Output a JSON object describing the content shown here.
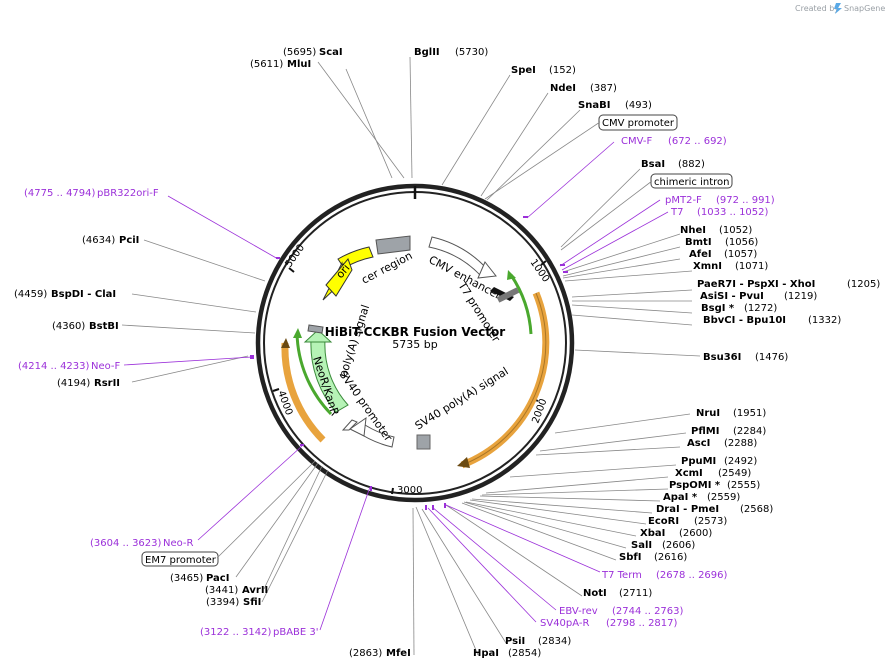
{
  "credit": {
    "text": "Created by",
    "brand": "SnapGene"
  },
  "plasmid": {
    "name": "HiBiT-CCKBR Fusion Vector",
    "length": "5735 bp"
  },
  "ticks": [
    "1000",
    "2000",
    "3000",
    "4000",
    "5000"
  ],
  "sites": [
    {
      "id": "scai",
      "name": "ScaI",
      "pos": "(5695)"
    },
    {
      "id": "mlui",
      "name": "MluI",
      "pos": "(5611)"
    },
    {
      "id": "bglii",
      "name": "BglII",
      "pos": "(5730)"
    },
    {
      "id": "spei",
      "name": "SpeI",
      "pos": "(152)"
    },
    {
      "id": "ndei",
      "name": "NdeI",
      "pos": "(387)"
    },
    {
      "id": "snabi",
      "name": "SnaBI",
      "pos": "(493)"
    },
    {
      "id": "bsai",
      "name": "BsaI",
      "pos": "(882)"
    },
    {
      "id": "nhei",
      "name": "NheI",
      "pos": "(1052)"
    },
    {
      "id": "bmti",
      "name": "BmtI",
      "pos": "(1056)"
    },
    {
      "id": "afei",
      "name": "AfeI",
      "pos": "(1057)"
    },
    {
      "id": "xmni",
      "name": "XmnI",
      "pos": "(1071)"
    },
    {
      "id": "paer7i",
      "name": "PaeR7I   - PspXI   - XhoI",
      "pos": "(1205)"
    },
    {
      "id": "asisi",
      "name": "AsiSI   - PvuI",
      "pos": "(1219)"
    },
    {
      "id": "bsgi",
      "name": "BsgI *",
      "pos": "(1272)"
    },
    {
      "id": "bbvci",
      "name": "BbvCI   - Bpu10I",
      "pos": "(1332)"
    },
    {
      "id": "bsu36i",
      "name": "Bsu36I",
      "pos": "(1476)"
    },
    {
      "id": "drui",
      "name": "NruI",
      "pos": "(1951)"
    },
    {
      "id": "pflmi",
      "name": "PflMI",
      "pos": "(2284)"
    },
    {
      "id": "asci",
      "name": "AscI",
      "pos": "(2288)"
    },
    {
      "id": "ppumi",
      "name": "PpuMI",
      "pos": "(2492)"
    },
    {
      "id": "xcmi",
      "name": "XcmI",
      "pos": "(2549)"
    },
    {
      "id": "pspomi",
      "name": "PspOMI *",
      "pos": "(2555)"
    },
    {
      "id": "apai",
      "name": "ApaI *",
      "pos": "(2559)"
    },
    {
      "id": "drai",
      "name": "DraI   - PmeI",
      "pos": "(2568)"
    },
    {
      "id": "ecori",
      "name": "EcoRI",
      "pos": "(2573)"
    },
    {
      "id": "xbai",
      "name": "XbaI",
      "pos": "(2600)"
    },
    {
      "id": "sali",
      "name": "SalI",
      "pos": "(2606)"
    },
    {
      "id": "sbfi",
      "name": "SbfI",
      "pos": "(2616)"
    },
    {
      "id": "noti",
      "name": "NotI",
      "pos": "(2711)"
    },
    {
      "id": "psii",
      "name": "PsiI",
      "pos": "(2834)"
    },
    {
      "id": "hpai",
      "name": "HpaI",
      "pos": "(2854)"
    },
    {
      "id": "mfei",
      "name": "MfeI",
      "pos": "(2863)"
    },
    {
      "id": "sfii",
      "name": "SfiI",
      "pos": "(3394)"
    },
    {
      "id": "avrii",
      "name": "AvrII",
      "pos": "(3441)"
    },
    {
      "id": "paci",
      "name": "PacI",
      "pos": "(3465)"
    },
    {
      "id": "rsrii",
      "name": "RsrII",
      "pos": "(4194)"
    },
    {
      "id": "bstbi",
      "name": "BstBI",
      "pos": "(4360)"
    },
    {
      "id": "bspdi",
      "name": "BspDI   - ClaI",
      "pos": "(4459)"
    },
    {
      "id": "pcii",
      "name": "PciI",
      "pos": "(4634)"
    }
  ],
  "primers": [
    {
      "id": "cmvf",
      "name": "CMV-F",
      "range": "(672 .. 692)"
    },
    {
      "id": "pmt2f",
      "name": "pMT2-F",
      "range": "(972 .. 991)"
    },
    {
      "id": "t7",
      "name": "T7",
      "range": "(1033 .. 1052)"
    },
    {
      "id": "t7term",
      "name": "T7 Term",
      "range": "(2678 .. 2696)"
    },
    {
      "id": "ebvrev",
      "name": "EBV-rev",
      "range": "(2744 .. 2763)"
    },
    {
      "id": "sv40par",
      "name": "SV40pA-R",
      "range": "(2798 .. 2817)"
    },
    {
      "id": "pbabe3",
      "name": "pBABE 3'",
      "range": "(3122 .. 3142)"
    },
    {
      "id": "neor",
      "name": "Neo-R",
      "range": "(3604 .. 3623)"
    },
    {
      "id": "neof",
      "name": "Neo-F",
      "range": "(4214 .. 4233)"
    },
    {
      "id": "pbr322",
      "name": "pBR322ori-F",
      "range": "(4775 .. 4794)"
    }
  ],
  "boxed_features": {
    "cmv_promoter": "CMV promoter",
    "chimeric_intron": "chimeric intron",
    "em7_promoter": "EM7 promoter"
  },
  "inner_features": {
    "cmv_enhancer": "CMV enhancer",
    "t7_promoter": "T7 promoter",
    "sv40_polya": "SV40 poly(A) signal",
    "sv40_promoter": "SV40 promoter",
    "neo_kanr": "NeoR/KanR",
    "polya_signal": "poly(A) signal",
    "cer_region": "cer region",
    "ori": "ori"
  },
  "colors": {
    "ring": "#222222",
    "primer": "#9b30d9",
    "orf": "#e8a33d",
    "ori": "#ffff00",
    "neo": "#b6f3b6",
    "grey": "#9ea3a8"
  }
}
